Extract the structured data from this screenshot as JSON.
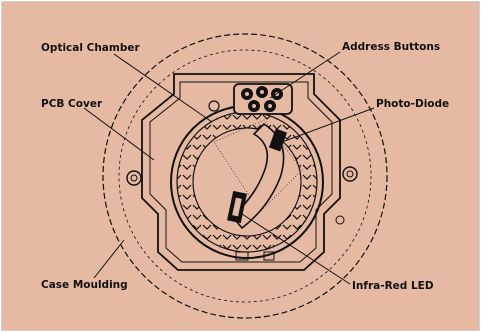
{
  "colors": {
    "background": "#e6b9a3",
    "ink": "#111111",
    "border": "#cfcfcf"
  },
  "diagram": {
    "subject": "smoke-detector-head",
    "labels": {
      "optical_chamber": "Optical Chamber",
      "pcb_cover": "PCB Cover",
      "case_moulding": "Case Moulding",
      "address_buttons": "Address Buttons",
      "photo_diode": "Photo-Diode",
      "infra_red_led": "Infra-Red LED"
    }
  }
}
